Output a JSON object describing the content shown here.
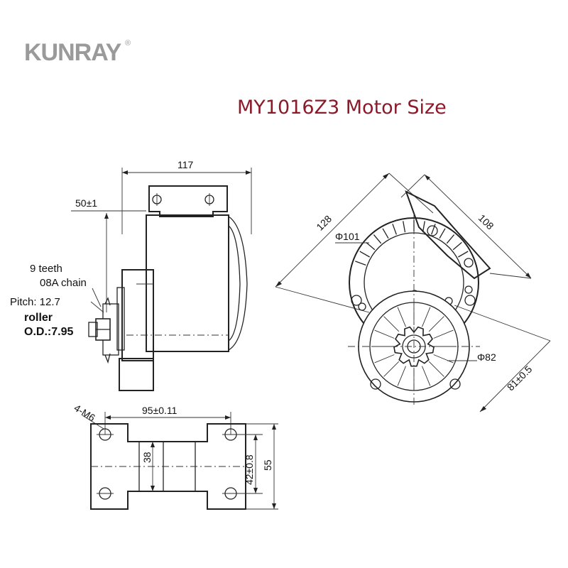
{
  "brand": {
    "name": "KUNRAY",
    "mark": "®",
    "color": "#9a9a9a"
  },
  "title": {
    "text": "MY1016Z3 Motor Size",
    "color": "#8b1a2b"
  },
  "side_view": {
    "length": "117",
    "shaft_offset": "50±1",
    "sprocket_note": [
      "9 teeth",
      "08A chain",
      "Pitch: 12.7",
      "roller",
      "O.D.:7.95"
    ]
  },
  "front_view": {
    "diag_a": "128",
    "diag_b": "108",
    "body_diameter": "Φ101",
    "flange_diameter": "Φ82",
    "flange_offset": "81±0.5"
  },
  "mount_plate": {
    "holes": "4-M6",
    "hole_spacing": "95±0.11",
    "inner_width": "38",
    "hole_pitch": "42±0.8",
    "total_width": "55"
  }
}
